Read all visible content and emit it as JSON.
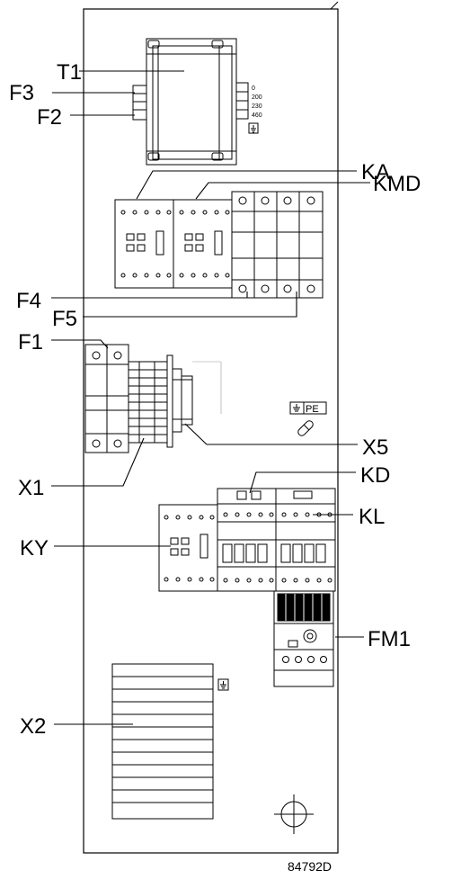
{
  "labels": {
    "t1": "T1",
    "f3": "F3",
    "f2": "F2",
    "ka": "KA",
    "kmd": "KMD",
    "f4": "F4",
    "f5": "F5",
    "f1": "F1",
    "x5": "X5",
    "x1": "X1",
    "kd": "KD",
    "kl": "KL",
    "ky": "KY",
    "fm1": "FM1",
    "x2": "X2"
  },
  "transformer_taps": [
    "0",
    "200",
    "230",
    "460"
  ],
  "pe_label": "PE",
  "drawing_number": "84792D",
  "colors": {
    "line": "#000000",
    "panel_fill": "#ffffff"
  }
}
